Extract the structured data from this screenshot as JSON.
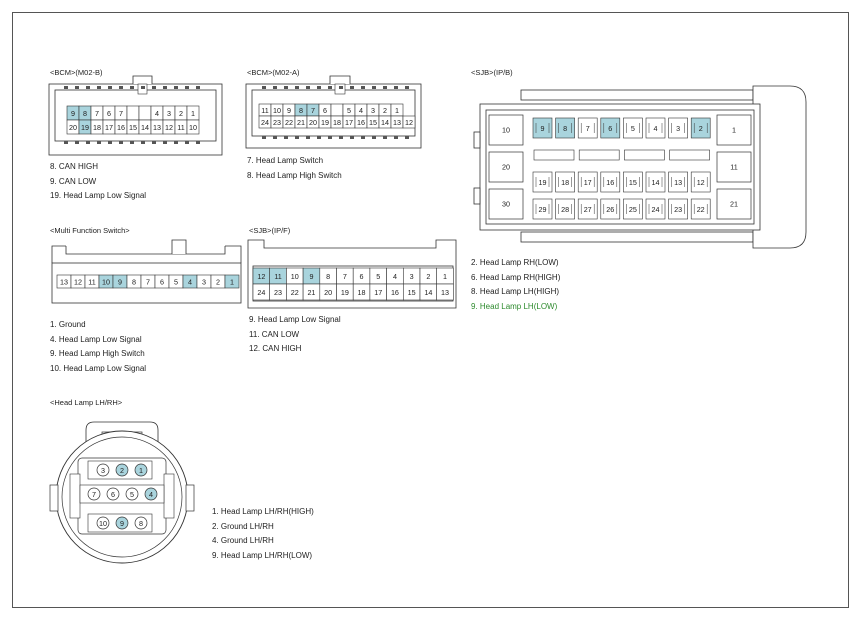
{
  "colors": {
    "highlight": "#a9d4dd",
    "line": "#333333",
    "highlight_green": "#2e8b2e"
  },
  "connectors": {
    "bcm_m02b": {
      "title": "<BCM>(M02-B)",
      "top": [
        "9",
        "8",
        "7",
        "6",
        "7",
        "",
        "",
        "4",
        "3",
        "2",
        "1"
      ],
      "bottom": [
        "20",
        "19",
        "18",
        "17",
        "16",
        "15",
        "14",
        "13",
        "12",
        "11",
        "10"
      ],
      "highlight": [
        "9",
        "8",
        "19"
      ],
      "legend": [
        "8. CAN HIGH",
        "9. CAN LOW",
        "19. Head Lamp Low Signal"
      ]
    },
    "bcm_m02a": {
      "title": "<BCM>(M02-A)",
      "top": [
        "11",
        "10",
        "9",
        "8",
        "7",
        "6",
        "",
        "5",
        "4",
        "3",
        "2",
        "1"
      ],
      "bottom": [
        "24",
        "23",
        "22",
        "21",
        "20",
        "19",
        "18",
        "17",
        "16",
        "15",
        "14",
        "13",
        "12"
      ],
      "highlight": [
        "8",
        "7"
      ],
      "legend": [
        "7. Head Lamp Switch",
        "8. Head Lamp High Switch"
      ]
    },
    "multi_function_switch": {
      "title": "<Multi Function Switch>",
      "pins": [
        "13",
        "12",
        "11",
        "10",
        "9",
        "8",
        "7",
        "6",
        "5",
        "4",
        "3",
        "2",
        "1"
      ],
      "highlight": [
        "10",
        "9",
        "4",
        "1"
      ],
      "legend": [
        "1. Ground",
        "4. Head Lamp Low Signal",
        "9. Head Lamp High Switch",
        "10. Head Lamp Low Signal"
      ]
    },
    "sjb_ipf": {
      "title": "<SJB>(IP/F)",
      "top": [
        "12",
        "11",
        "10",
        "9",
        "8",
        "7",
        "6",
        "5",
        "4",
        "3",
        "2",
        "1"
      ],
      "bottom": [
        "24",
        "23",
        "22",
        "21",
        "20",
        "19",
        "18",
        "17",
        "16",
        "15",
        "14",
        "13"
      ],
      "highlight": [
        "12",
        "11",
        "9"
      ],
      "legend": [
        "9. Head Lamp Low Signal",
        "11. CAN LOW",
        "12. CAN HIGH"
      ]
    },
    "sjb_ipb": {
      "title": "<SJB>(IP/B)",
      "row1": [
        "9",
        "8",
        "7",
        "6",
        "5",
        "4",
        "3",
        "2"
      ],
      "row2": [
        "19",
        "18",
        "17",
        "16",
        "15",
        "14",
        "13",
        "12"
      ],
      "row3": [
        "29",
        "28",
        "27",
        "26",
        "25",
        "24",
        "23",
        "22"
      ],
      "left_big": [
        "10",
        "20",
        "30"
      ],
      "right_big": [
        "1",
        "11",
        "21"
      ],
      "highlight": [
        "9",
        "8",
        "6",
        "2"
      ],
      "legend": [
        "2. Head Lamp RH(LOW)",
        "6. Head Lamp RH(HIGH)",
        "8. Head Lamp LH(HIGH)",
        "9. Head Lamp LH(LOW)"
      ]
    },
    "head_lamp": {
      "title": "<Head Lamp LH/RH>",
      "row1": [
        "3",
        "2",
        "1"
      ],
      "row2": [
        "7",
        "6",
        "5",
        "4"
      ],
      "row3": [
        "10",
        "9",
        "8"
      ],
      "highlight": [
        "2",
        "1",
        "4",
        "9"
      ],
      "legend": [
        "1. Head Lamp LH/RH(HIGH)",
        "2. Ground LH/RH",
        "4. Ground LH/RH",
        "9. Head Lamp LH/RH(LOW)"
      ]
    }
  }
}
